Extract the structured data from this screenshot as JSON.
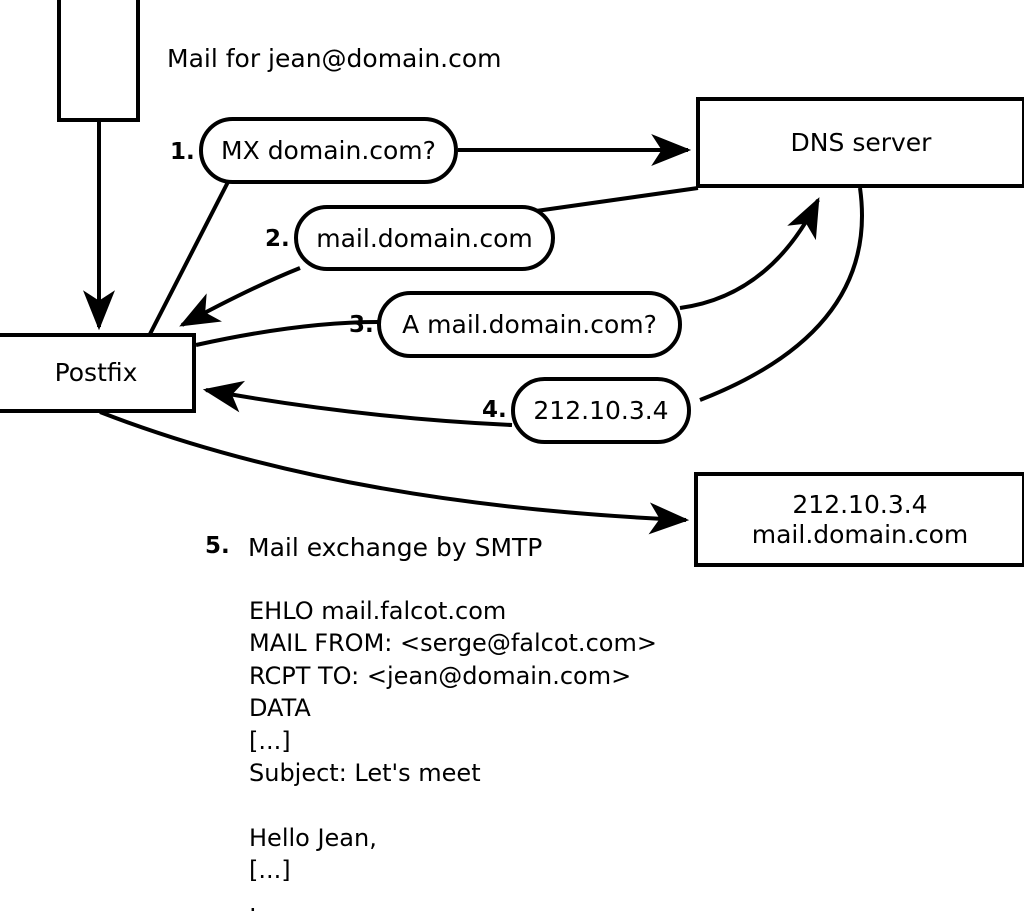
{
  "diagram": {
    "title_note": "Mail for jean@domain.com",
    "nodes": {
      "mail_client": {
        "label": ""
      },
      "postfix": {
        "label": "Postfix"
      },
      "dns_server": {
        "label": "DNS server"
      },
      "mail_host": {
        "line1": "212.10.3.4",
        "line2": "mail.domain.com"
      }
    },
    "steps": [
      {
        "num": "1.",
        "text": "MX domain.com?"
      },
      {
        "num": "2.",
        "text": "mail.domain.com"
      },
      {
        "num": "3.",
        "text": "A mail.domain.com?"
      },
      {
        "num": "4.",
        "text": "212.10.3.4"
      },
      {
        "num": "5.",
        "text": "Mail exchange by SMTP"
      }
    ],
    "smtp_transcript": "EHLO mail.falcot.com\nMAIL FROM: <serge@falcot.com>\nRCPT TO: <jean@domain.com>\nDATA\n[...]\nSubject: Let's meet\n\nHello Jean,\n[...]\n.",
    "colors": {
      "stroke": "#000000",
      "fill": "#ffffff",
      "text": "#000000"
    }
  }
}
